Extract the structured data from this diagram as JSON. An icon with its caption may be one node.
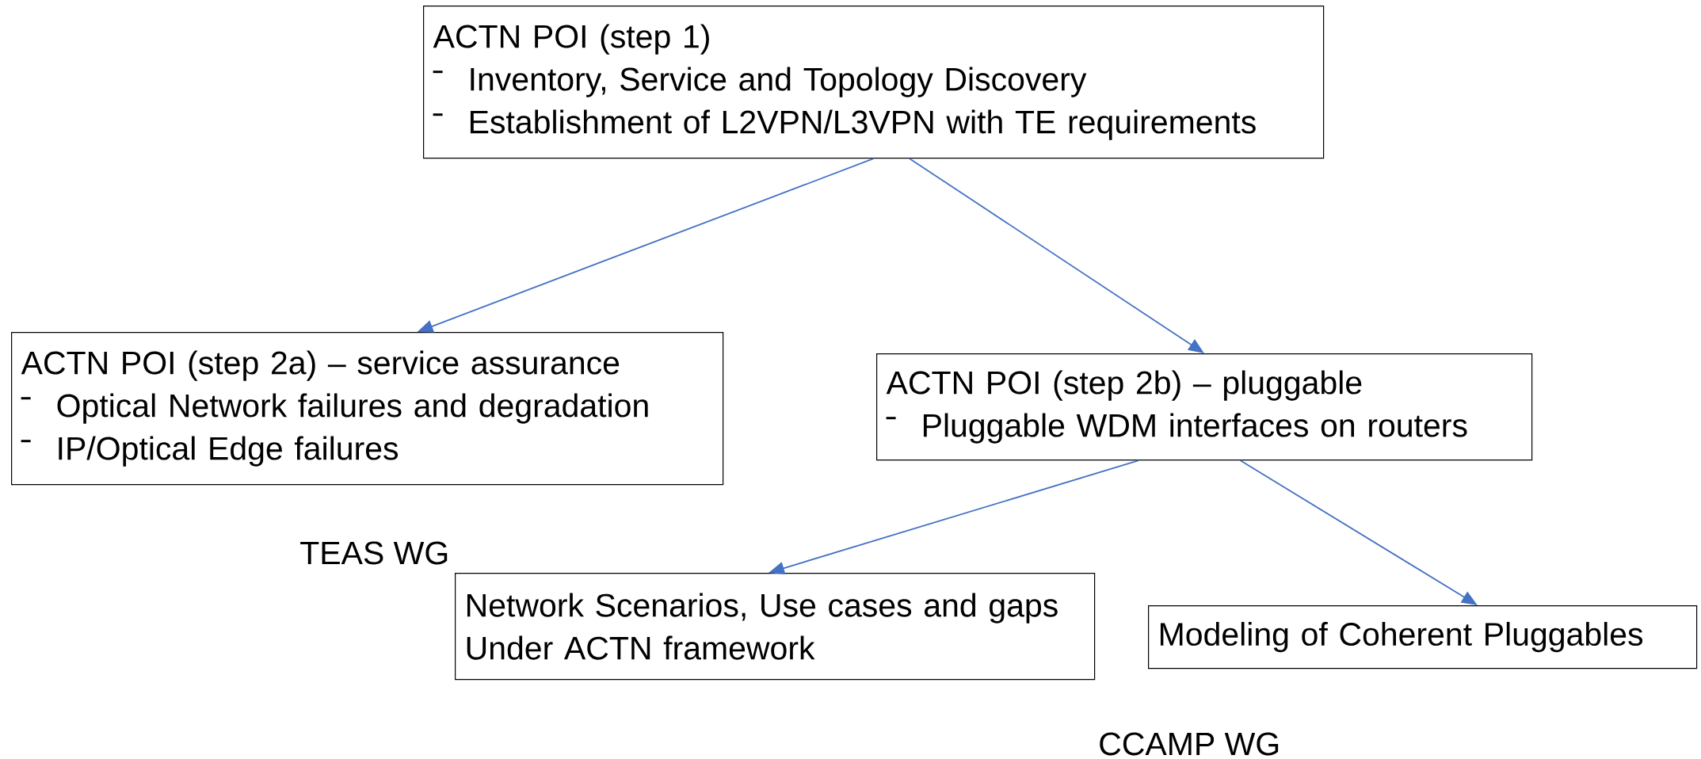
{
  "diagram": {
    "nodes": [
      {
        "text": [
          "ACTN POI (step 1)",
          "Inventory, Service and Topology Discovery",
          "Establishment of L2VPN/L3VPN with TE requirements"
        ]
      },
      {
        "text": [
          "ACTN POI (step 2a) – service assurance",
          "Optical Network failures and degradation",
          "IP/Optical Edge failures"
        ]
      },
      {
        "text": [
          "ACTN POI (step 2b) – pluggable",
          "Pluggable WDM interfaces on routers"
        ]
      },
      {
        "text": [
          "Network Scenarios, Use cases and gaps Under ACTN framework"
        ]
      },
      {
        "text": [
          "Modeling of Coherent Pluggables"
        ]
      }
    ],
    "edges": [
      {
        "from": 0,
        "to": 1,
        "arrow": "to"
      },
      {
        "from": 0,
        "to": 2,
        "arrow": "to"
      },
      {
        "from": 2,
        "to": 3,
        "arrow": "to"
      },
      {
        "from": 2,
        "to": 4,
        "arrow": "to"
      }
    ],
    "labels": [
      "TEAS WG",
      "CCAMP WG"
    ]
  }
}
